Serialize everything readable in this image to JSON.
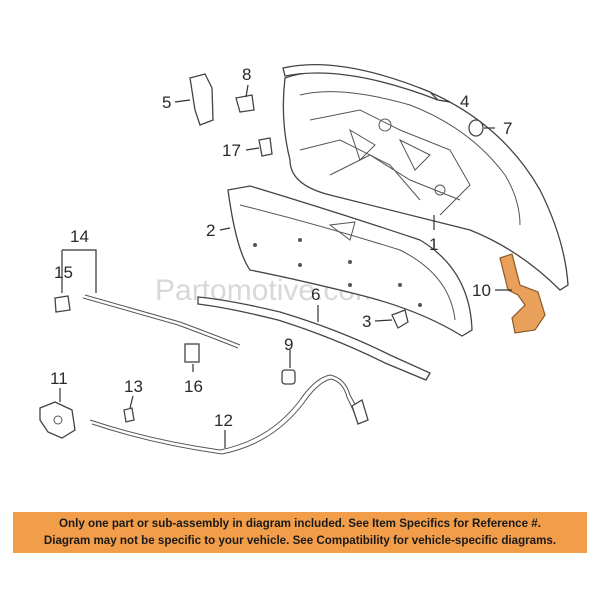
{
  "watermark": "Partomotive.com",
  "callouts": {
    "c1": "1",
    "c2": "2",
    "c3": "3",
    "c4": "4",
    "c5": "5",
    "c6": "6",
    "c7": "7",
    "c8": "8",
    "c9": "9",
    "c10": "10",
    "c11": "11",
    "c12": "12",
    "c13": "13",
    "c14": "14",
    "c15": "15",
    "c16": "16",
    "c17": "17"
  },
  "highlighted_part": "10",
  "colors": {
    "highlight": "#e8a05a",
    "notice_bg": "#f29d4a"
  },
  "notice": {
    "line1": "Only one part or sub-assembly in diagram included. See Item Specifics for Reference #.",
    "line2": "Diagram may not be specific to your vehicle. See Compatibility for vehicle-specific diagrams."
  }
}
